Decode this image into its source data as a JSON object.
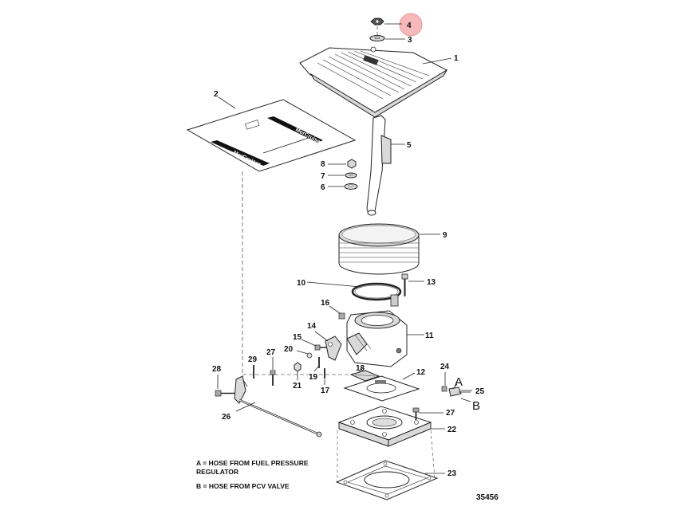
{
  "callouts": {
    "c1": "1",
    "c2": "2",
    "c3": "3",
    "c4": "4",
    "c5": "5",
    "c6": "6",
    "c7": "7",
    "c8": "8",
    "c9": "9",
    "c10": "10",
    "c11": "11",
    "c12": "12",
    "c13": "13",
    "c14": "14",
    "c15": "15",
    "c16": "16",
    "c17": "17",
    "c18": "18",
    "c19": "19",
    "c20": "20",
    "c21": "21",
    "c22": "22",
    "c23": "23",
    "c24": "24",
    "c25": "25",
    "c26": "26",
    "c27a": "27",
    "c27b": "27",
    "c28": "28",
    "c29": "29"
  },
  "letters": {
    "a": "A",
    "b": "B"
  },
  "legend": {
    "a_line1": "A = HOSE FROM FUEL PRESSURE",
    "a_line2": "REGULATOR",
    "b_line1": "B = HOSE FROM PCV VALVE"
  },
  "figure_number": "35456",
  "decal_text_1": "MerCruiser",
  "decal_text_2": "MerCruiser",
  "highlight_color": "#f6b8b8"
}
